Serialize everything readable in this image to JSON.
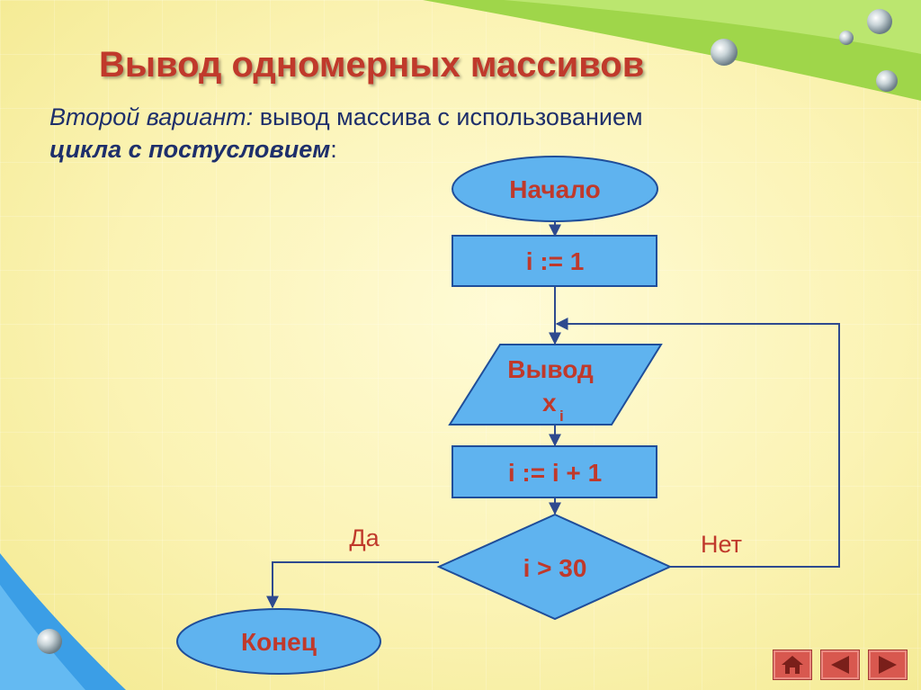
{
  "slide": {
    "title": "Вывод одномерных массивов",
    "subtitle_lead": "Второй вариант:",
    "subtitle_rest": " вывод массива с использованием",
    "subtitle_bold": "цикла с постусловием",
    "subtitle_end": ":"
  },
  "flowchart": {
    "start": "Начало",
    "init": "i := 1",
    "output_word": "Вывод",
    "output_var": "x",
    "output_sub": "i",
    "increment": "i := i + 1",
    "condition": "i > 30",
    "yes_label": "Да",
    "no_label": "Нет",
    "end": "Конец"
  },
  "nav": {
    "home_icon": "home-icon",
    "prev_icon": "arrow-left-icon",
    "next_icon": "arrow-right-icon"
  },
  "colors": {
    "block_fill": "#5fb3ef",
    "block_stroke": "#1f4e9a",
    "text_red": "#c0392b",
    "line_blue": "#2e4a8f"
  }
}
